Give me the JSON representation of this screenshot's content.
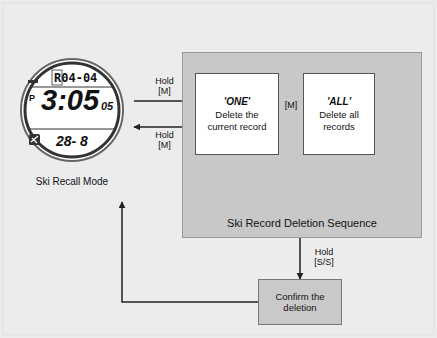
{
  "diagram": {
    "nodes": [
      {
        "text": [
          "R04-04",
          "P",
          "3:05",
          "05",
          "28- 8",
          "Ski Recall Mode"
        ]
      },
      {
        "text": [
          "Ski Record Deletion Sequence"
        ]
      },
      {
        "text": [
          "'ONE'",
          "Delete the current record"
        ],
        "in": 1
      },
      {
        "text": [
          "'ALL'",
          "Delete all records"
        ],
        "in": 1
      },
      {
        "text": [
          "Confirm the deletion"
        ]
      }
    ],
    "edges": [
      {
        "from": 0,
        "to": 2,
        "arrow": "to",
        "label": "Hold [M]"
      },
      {
        "from": 2,
        "to": 0,
        "arrow": "to",
        "label": "Hold [M]"
      },
      {
        "from": 2,
        "to": 3,
        "arrow": "both",
        "label": "[M]"
      },
      {
        "from": 1,
        "to": 4,
        "arrow": "to",
        "label": "Hold [S/S]"
      },
      {
        "from": 4,
        "to": 0,
        "arrow": "to"
      }
    ]
  }
}
